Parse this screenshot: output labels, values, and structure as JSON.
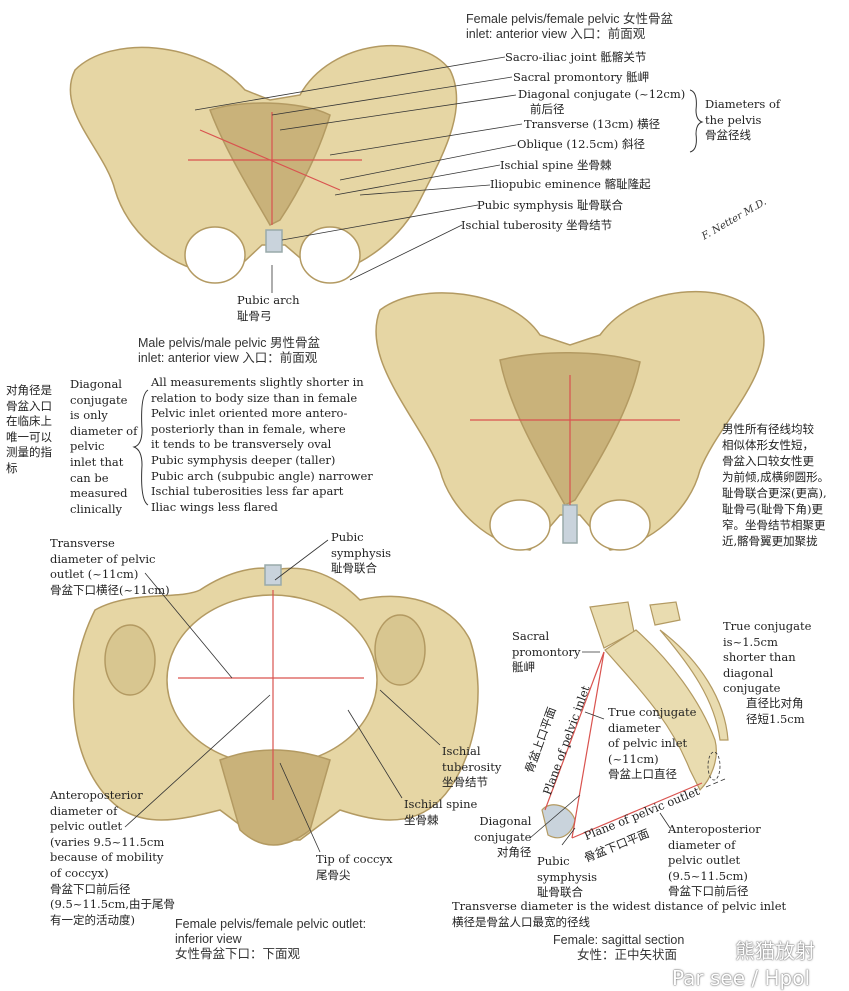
{
  "female_inlet": {
    "title_line1": "Female pelvis/female pelvic 女性骨盆",
    "title_line2": "inlet: anterior view 入口：前面观",
    "labels": {
      "sacroiliac": "Sacro-iliac joint 骶髂关节",
      "promontory": "Sacral promontory 骶岬",
      "diagonal": "Diagonal conjugate (~12cm)",
      "diagonal_cn": "前后径",
      "transverse": "Transverse (13cm) 横径",
      "oblique": "Oblique (12.5cm) 斜径",
      "ischial_spine": "Ischial spine 坐骨棘",
      "iliopubic": "Iliopubic eminence 髂耻隆起",
      "pubic_symphysis": "Pubic symphysis 耻骨联合",
      "ischial_tuberosity": "Ischial tuberosity 坐骨结节",
      "pubic_arch": "Pubic arch",
      "pubic_arch_cn": "耻骨弓"
    },
    "diameters": [
      "Diameters of",
      "the pelvis",
      "骨盆径线"
    ],
    "signature": "F. Netter M.D."
  },
  "male_inlet": {
    "title_line1": "Male pelvis/male pelvic 男性骨盆",
    "title_line2": "inlet: anterior view 入口：前面观",
    "cn_note": [
      "对角径是",
      "骨盆入口",
      "在临床上",
      "唯一可以",
      "测量的指",
      "标"
    ],
    "en_note": [
      "Diagonal",
      "conjugate",
      "is only",
      "diameter of",
      "pelvic",
      "inlet that",
      "can be",
      "measured",
      "clinically"
    ],
    "differences": [
      "All measurements slightly shorter in",
      "relation to body size than in female",
      "Pelvic inlet oriented more antero-",
      "posteriorly than in female, where",
      "it tends to be transversely oval",
      "Pubic symphysis deeper (taller)",
      "Pubic arch (subpubic angle) narrower",
      "Ischial tuberosities less far apart",
      "Iliac wings less flared"
    ],
    "cn_differences": [
      "男性所有径线均较",
      "相似体形女性短，",
      "骨盆入口较女性更",
      "为前倾,成横卵圆形。",
      "耻骨联合更深(更高),",
      "耻骨弓(耻骨下角)更",
      "窄。坐骨结节相聚更",
      "近,髂骨翼更加聚拢"
    ]
  },
  "female_outlet": {
    "title_line1": "Female pelvis/female pelvic outlet:",
    "title_line2": "inferior view",
    "title_line3": "女性骨盆下口：下面观",
    "transverse": [
      "Transverse",
      "diameter of pelvic",
      "outlet (~11cm)",
      "骨盆下口横径(~11cm)"
    ],
    "pubic_symphysis": [
      "Pubic",
      "symphysis",
      "耻骨联合"
    ],
    "ischial_tuberosity": [
      "Ischial",
      "tuberosity",
      "坐骨结节"
    ],
    "ischial_spine": [
      "Ischial spine",
      "坐骨棘"
    ],
    "anteroposterior": [
      "Anteroposterior",
      "diameter of",
      "pelvic outlet",
      "(varies 9.5~11.5cm",
      "because of mobility",
      "of coccyx)",
      "骨盆下口前后径",
      "(9.5~11.5cm,由于尾骨",
      "有一定的活动度)"
    ],
    "coccyx": [
      "Tip of coccyx",
      "尾骨尖"
    ]
  },
  "sagittal": {
    "title_line1": "Female: sagittal section",
    "title_line2": "女性：正中矢状面",
    "promontory": [
      "Sacral",
      "promontory",
      "骶岬"
    ],
    "true_conjugate_note": [
      "True conjugate",
      "is~1.5cm",
      "shorter than",
      "diagonal",
      "conjugate"
    ],
    "true_conjugate_note_cn": [
      "直径比对角",
      "径短1.5cm"
    ],
    "plane_inlet_cn": "骨盆上口平面",
    "plane_inlet": "Plane of pelvic inlet",
    "true_conjugate": [
      "True conjugate",
      "diameter",
      "of pelvic inlet",
      "(~11cm)",
      "骨盆上口直径"
    ],
    "diagonal": [
      "Diagonal",
      "conjugate",
      "对角径"
    ],
    "pubic_symphysis": [
      "Pubic",
      "symphysis",
      "耻骨联合"
    ],
    "plane_outlet": "Plane of pelvic outlet",
    "plane_outlet_cn": "骨盆下口平面",
    "anteroposterior": [
      "Anteroposterior",
      "diameter of",
      "pelvic outlet",
      "(9.5~11.5cm)",
      "骨盆下口前后径"
    ],
    "transverse_note": "Transverse diameter is the widest distance of pelvic inlet",
    "transverse_note_cn": "横径是骨盆人口最宽的径线"
  },
  "watermark": {
    "line1": "熊猫放射",
    "line2": "Par see / Hpol"
  },
  "colors": {
    "bone": "#e6d6a4",
    "bone_dark": "#b39a62",
    "sacrum": "#c9b27a",
    "red": "#d9534f",
    "cartilage": "#c9d3dc"
  }
}
